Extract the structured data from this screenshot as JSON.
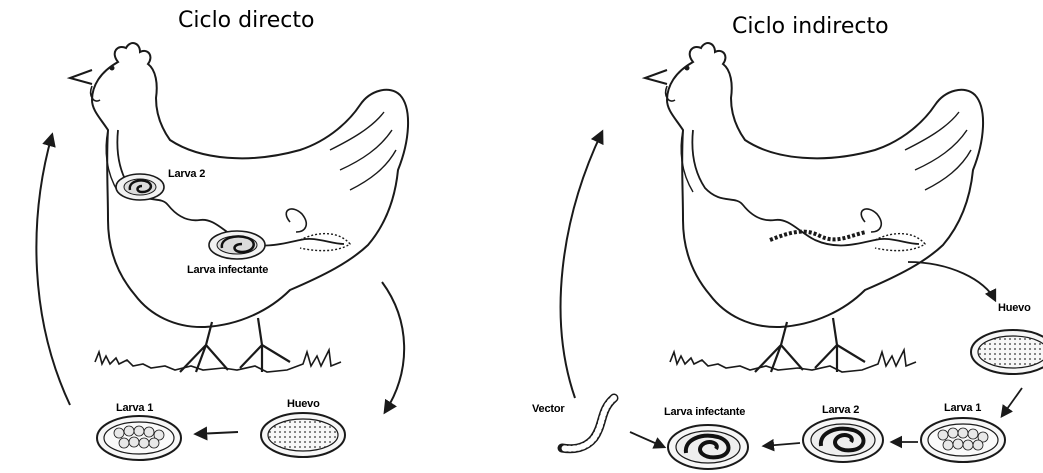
{
  "panels": {
    "direct": {
      "title": "Ciclo directo",
      "labels": {
        "larva2": "Larva 2",
        "infective": "Larva infectante",
        "larva1": "Larva 1",
        "egg": "Huevo"
      }
    },
    "indirect": {
      "title": "Ciclo indirecto",
      "labels": {
        "egg": "Huevo",
        "vector": "Vector",
        "infective": "Larva infectante",
        "larva2": "Larva 2",
        "larva1": "Larva 1"
      }
    }
  },
  "icons": [
    "hen-illustration",
    "egg-icon",
    "larva-icon",
    "earthworm-icon",
    "arrow-icon"
  ],
  "colors": {
    "ink": "#1a1a1a",
    "background": "#ffffff"
  }
}
